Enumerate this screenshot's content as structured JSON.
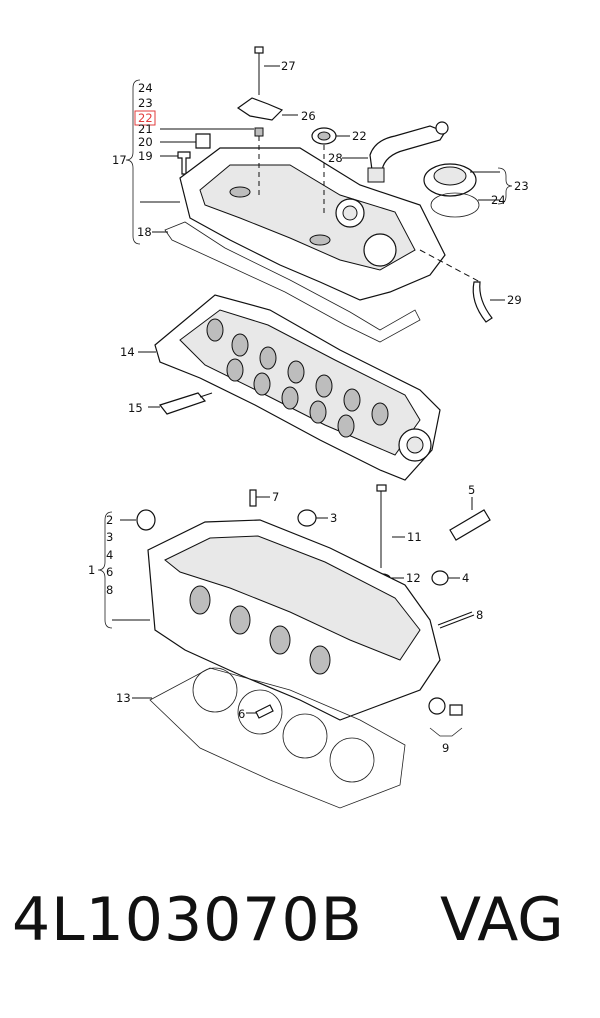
{
  "diagram": {
    "highlight_label": "22",
    "labels": {
      "l27": "27",
      "l26": "26",
      "l24a": "24",
      "l23a": "23",
      "l22a": "22",
      "l21": "21",
      "l20": "20",
      "l19": "19",
      "l17": "17",
      "l18": "18",
      "l22b": "22",
      "l28": "28",
      "l23b": "23",
      "l24b": "24",
      "l29": "29",
      "l14": "14",
      "l15": "15",
      "l7": "7",
      "l5": "5",
      "l2": "2",
      "l3a": "3",
      "l4a": "4",
      "l6a": "6",
      "l8a": "8",
      "l1": "1",
      "l3b": "3",
      "l11": "11",
      "l12": "12",
      "l4b": "4",
      "l8b": "8",
      "l13": "13",
      "l6b": "6",
      "l9": "9"
    }
  },
  "caption": {
    "part_number": "4L103070B",
    "brand": "VAG"
  }
}
